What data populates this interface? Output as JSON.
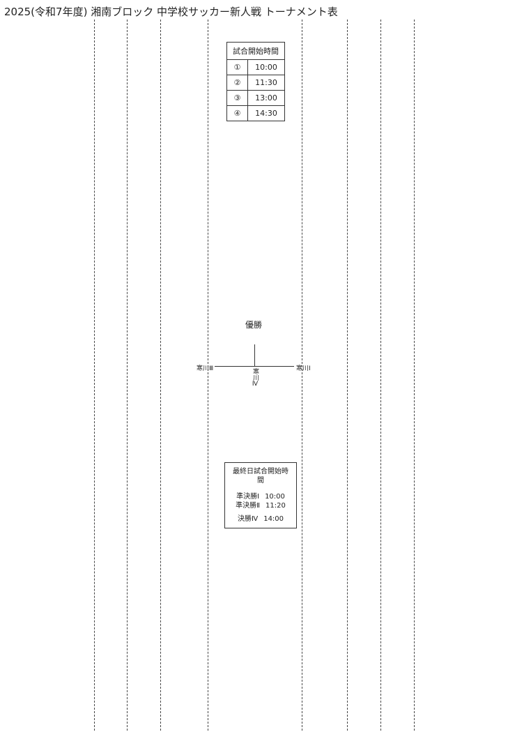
{
  "header": {
    "title": "2025(令和7年度) 湘南ブロック 中学校サッカー新人戦 トーナメント表"
  },
  "kickoff_times": {
    "heading": "試合開始時間",
    "rows": [
      {
        "slot": "①",
        "time": "10:00"
      },
      {
        "slot": "②",
        "time": "11:30"
      },
      {
        "slot": "③",
        "time": "13:00"
      },
      {
        "slot": "④",
        "time": "14:30"
      }
    ]
  },
  "final_day": {
    "heading": "最終日試合開始時間",
    "rows": [
      {
        "label": "準決勝Ⅰ",
        "time": "10:00"
      },
      {
        "label": "準決勝Ⅱ",
        "time": "11:20"
      },
      {
        "label": "決勝Ⅳ",
        "time": "14:00"
      }
    ]
  },
  "center": {
    "champion_label": "優勝",
    "final_venue_left": "寒川Ⅲ",
    "final_venue_right": "寒川Ⅰ",
    "final_venue_center": "寒川Ⅳ"
  }
}
